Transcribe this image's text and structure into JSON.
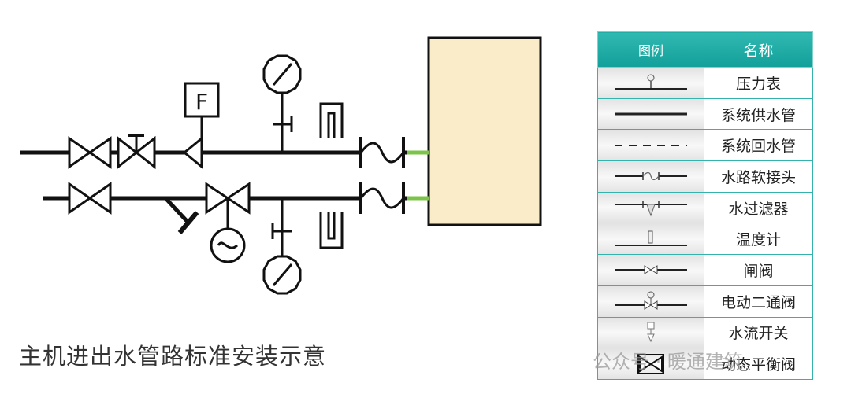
{
  "caption": "主机进出水管路标准安装示意",
  "diagram": {
    "flow_switch_letter": "F",
    "unit_fill": "#fbecc9",
    "line_color": "#111111",
    "connector_color": "#7cc34a"
  },
  "legend": {
    "header_symbol": "图例",
    "header_name": "名称",
    "header_color": "#1ba8a2",
    "rows": [
      {
        "icon": "pressure-gauge-icon",
        "name": "压力表"
      },
      {
        "icon": "supply-pipe-icon",
        "name": "系统供水管"
      },
      {
        "icon": "return-pipe-icon",
        "name": "系统回水管"
      },
      {
        "icon": "flexible-joint-icon",
        "name": "水路软接头"
      },
      {
        "icon": "water-filter-icon",
        "name": "水过滤器"
      },
      {
        "icon": "thermometer-icon",
        "name": "温度计"
      },
      {
        "icon": "gate-valve-icon",
        "name": "闸阀"
      },
      {
        "icon": "two-way-electric-valve-icon",
        "name": "电动二通阀"
      },
      {
        "icon": "flow-switch-icon",
        "name": "水流开关"
      },
      {
        "icon": "dynamic-balance-valve-icon",
        "name": "动态平衡阀"
      }
    ]
  },
  "watermark": "公众号 · 暖通建筑"
}
